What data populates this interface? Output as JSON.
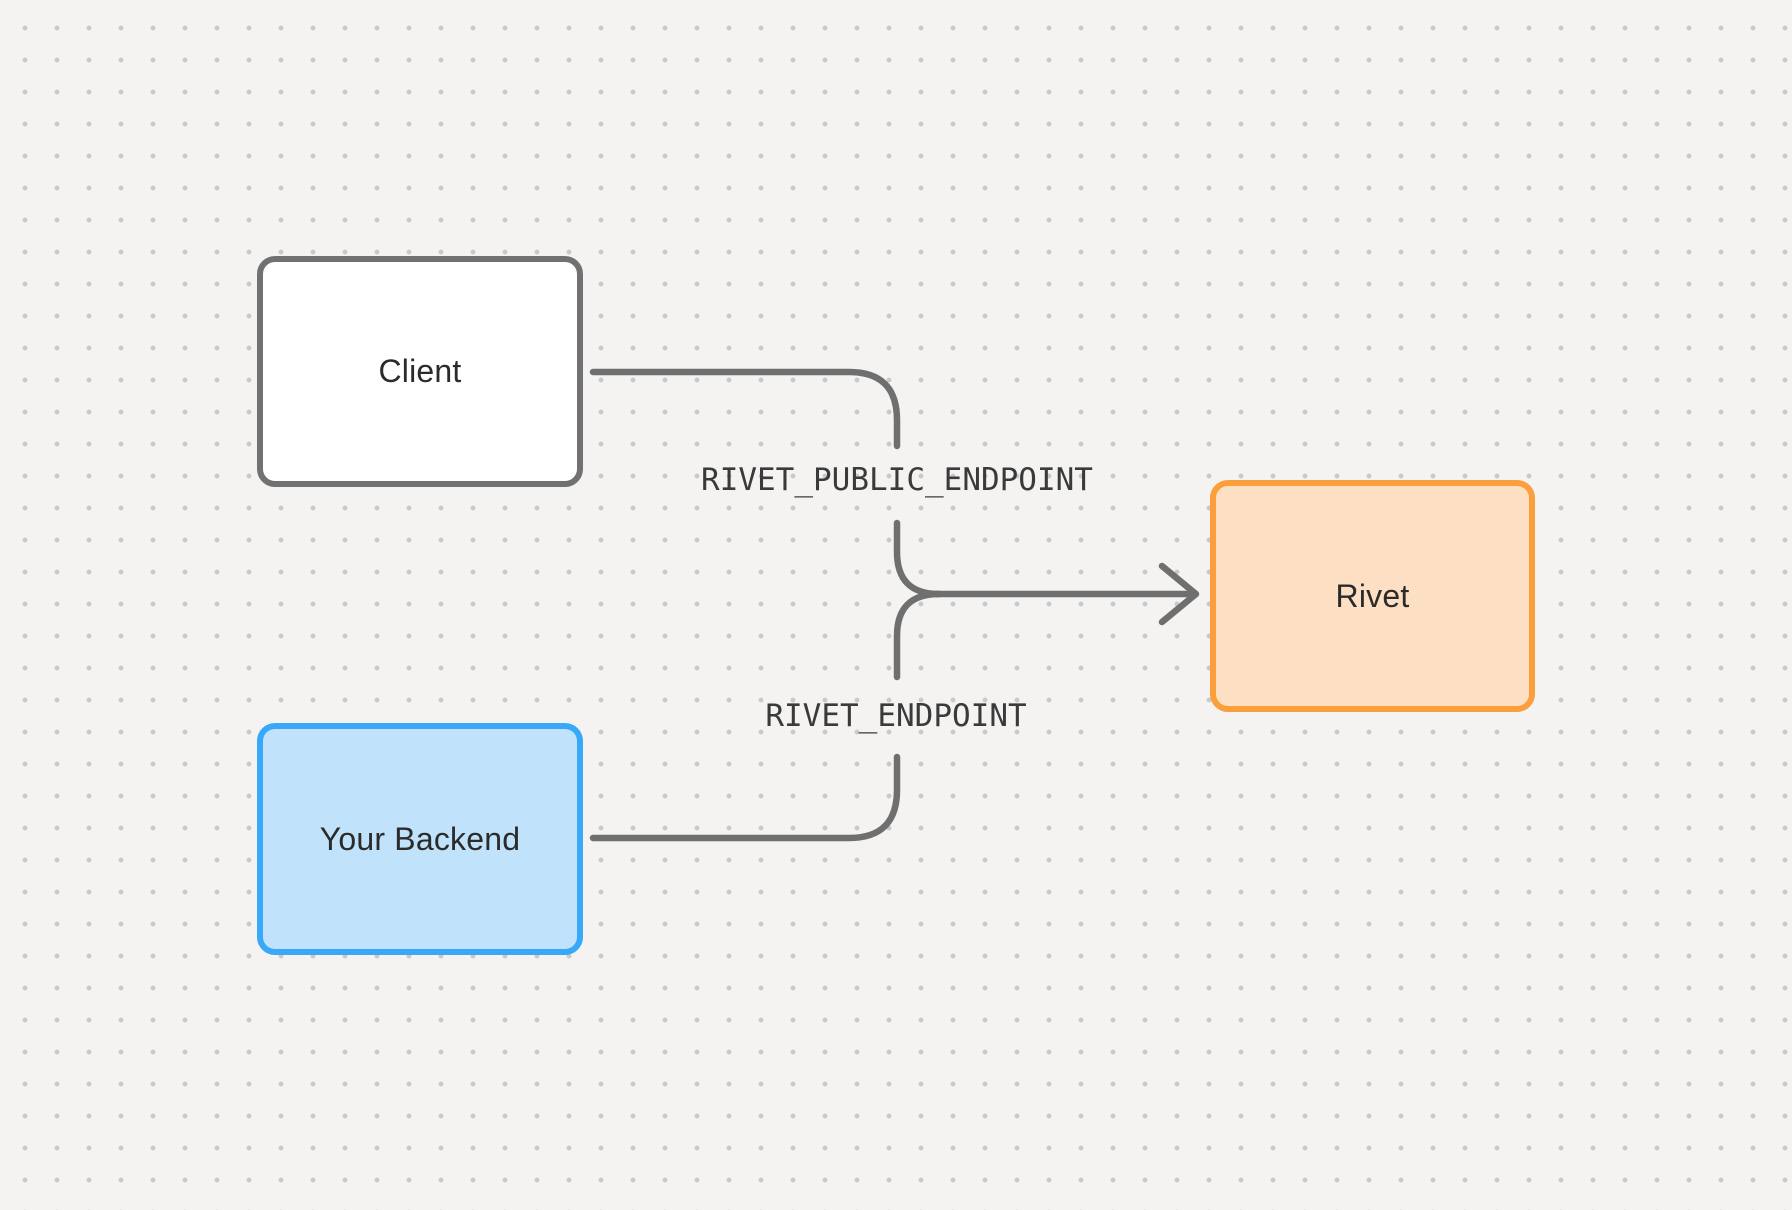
{
  "canvas": {
    "background_color": "#f4f3f1",
    "dot_color": "#c9c9c9"
  },
  "nodes": [
    {
      "id": "client",
      "label": "Client",
      "fill": "#ffffff",
      "border": "#717171"
    },
    {
      "id": "backend",
      "label": "Your Backend",
      "fill": "#c0e2fb",
      "border": "#38a9f8"
    },
    {
      "id": "rivet",
      "label": "Rivet",
      "fill": "#fde0c3",
      "border": "#fb9e3c"
    }
  ],
  "edges": {
    "line_color": "#6f6f6f",
    "client_to_rivet": {
      "label": "RIVET_PUBLIC_ENDPOINT",
      "from": "client",
      "to": "rivet"
    },
    "backend_to_rivet": {
      "label": "RIVET_ENDPOINT",
      "from": "backend",
      "to": "rivet"
    }
  }
}
